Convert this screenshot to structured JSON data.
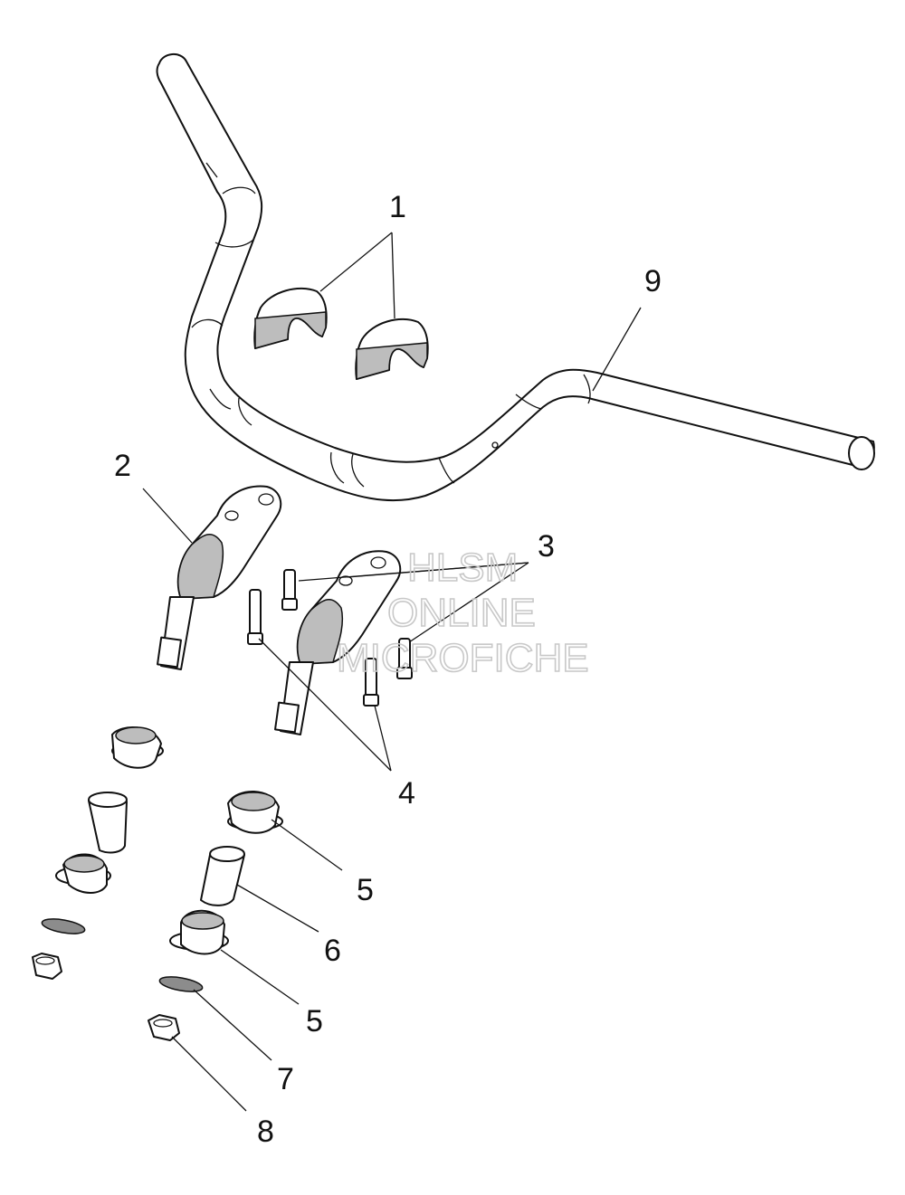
{
  "callouts": {
    "c1": "1",
    "c2": "2",
    "c3": "3",
    "c4": "4",
    "c5a": "5",
    "c5b": "5",
    "c6": "6",
    "c7": "7",
    "c8": "8",
    "c9": "9"
  },
  "watermark": {
    "line1": "HLSM",
    "line2": "ONLINE",
    "line3": "MICROFICHE"
  }
}
